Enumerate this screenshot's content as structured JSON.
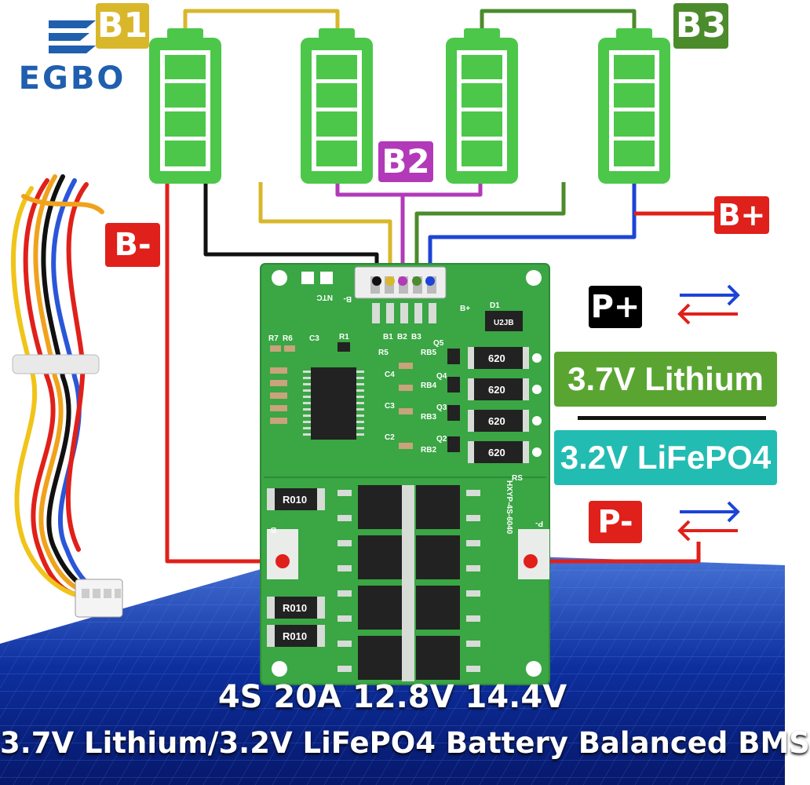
{
  "brand": {
    "logo_text": "EGBO",
    "colors": {
      "logo": "#1f5fae"
    }
  },
  "labels": {
    "b1": "B1",
    "b2": "B2",
    "b3": "B3",
    "b_minus": "B-",
    "b_plus": "B+",
    "p_plus": "P+",
    "p_minus": "P-",
    "lithium": "3.7V Lithium",
    "lifepo4": "3.2V LiFePO4"
  },
  "board": {
    "model": "HXYP-4S-6040",
    "pad_b_minus": "B-",
    "pad_p_minus": "P-",
    "ntc": "NTC",
    "conn_b_minus": "B-",
    "conn_b_plus": "B+",
    "conn_pins": [
      "B1",
      "B2",
      "B3"
    ],
    "resistor_codes": [
      "620",
      "620",
      "620",
      "620"
    ],
    "shunt_codes": [
      "R010",
      "R010",
      "R010"
    ],
    "diode_code": "U2JB",
    "refs": [
      "D1",
      "R7",
      "R6",
      "C3",
      "R1",
      "Q5",
      "RB5",
      "RB4",
      "RB3",
      "RB2",
      "Q4",
      "Q3",
      "Q2",
      "C4",
      "C3",
      "C2",
      "RS",
      "R5"
    ]
  },
  "caption": {
    "line1": "4S 20A 12.8V 14.4V",
    "line2": "3.7V Lithium/3.2V LiFePO4 Battery Balanced BMS"
  },
  "colors": {
    "battery_green": "#4cc74a",
    "pcb_green": "#3aa644",
    "wire_yellow": "#d9b72b",
    "wire_purple": "#b23ab8",
    "wire_green": "#4c8b2c",
    "wire_blue": "#1d44d6",
    "wire_red": "#e0201a",
    "background_blue": "#0a2a9a"
  }
}
